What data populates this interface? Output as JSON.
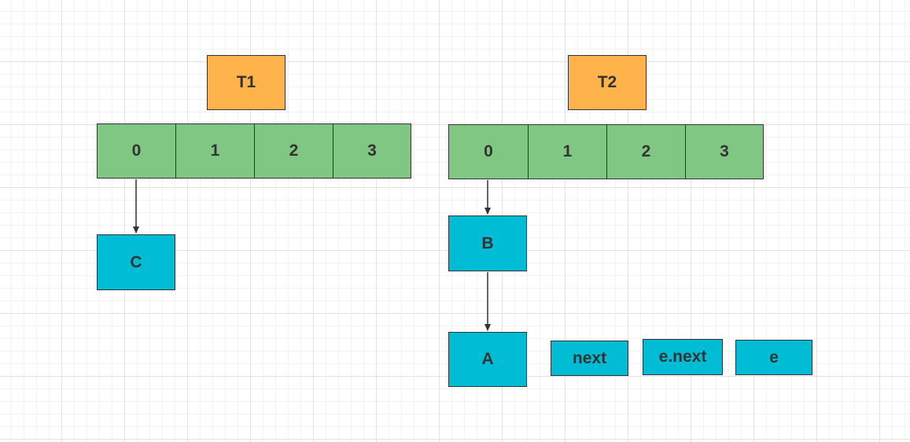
{
  "diagram": {
    "table_t1": {
      "label": "T1",
      "cells": [
        "0",
        "1",
        "2",
        "3"
      ]
    },
    "table_t2": {
      "label": "T2",
      "cells": [
        "0",
        "1",
        "2",
        "3"
      ]
    },
    "nodes": {
      "c": "C",
      "b": "B",
      "a": "A"
    },
    "pointers": {
      "next": "next",
      "e_next": "e.next",
      "e": "e"
    },
    "colors": {
      "thread_label": "#ffb34a",
      "bucket": "#80c783",
      "entry_node": "#00bcd4",
      "stroke": "#333333"
    }
  }
}
